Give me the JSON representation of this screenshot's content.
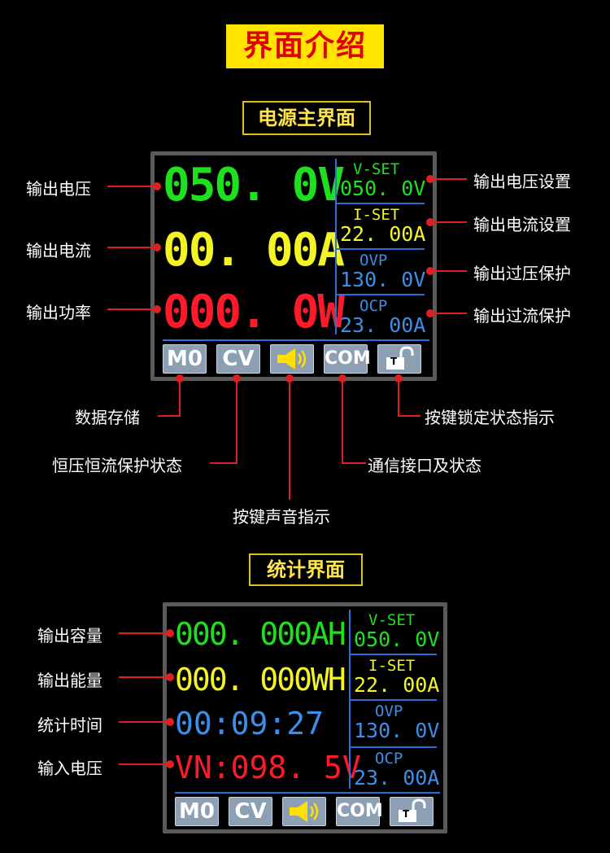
{
  "main_title": "界面介绍",
  "power_section": {
    "title": "电源主界面",
    "voltage": "050. 0V",
    "current": "00. 00A",
    "power": "000. 0W",
    "vset_label": "V-SET",
    "vset_value": "050. 0V",
    "iset_label": "I-SET",
    "iset_value": "22. 00A",
    "ovp_label": "OVP",
    "ovp_value": "130. 0V",
    "ocp_label": "OCP",
    "ocp_value": "23. 00A",
    "status": {
      "mem": "M0",
      "mode": "CV",
      "comm": "COM",
      "lock": "T"
    },
    "annotations": {
      "out_voltage": "输出电压",
      "out_current": "输出电流",
      "out_power": "输出功率",
      "vset": "输出电压设置",
      "iset": "输出电流设置",
      "ovp": "输出过压保护",
      "ocp": "输出过流保护",
      "mem": "数据存储",
      "cvcc": "恒压恒流保护状态",
      "sound": "按键声音指示",
      "comm": "通信接口及状态",
      "lock": "按键锁定状态指示"
    }
  },
  "stats_section": {
    "title": "统计界面",
    "capacity": "000. 000AH",
    "energy": "000. 000WH",
    "time": "00:09:27",
    "input_voltage": "VN:098. 5V",
    "vset_label": "V-SET",
    "vset_value": "050. 0V",
    "iset_label": "I-SET",
    "iset_value": "22. 00A",
    "ovp_label": "OVP",
    "ovp_value": "130. 0V",
    "ocp_label": "OCP",
    "ocp_value": "23. 00A",
    "status": {
      "mem": "M0",
      "mode": "CV",
      "comm": "COM",
      "lock": "T"
    },
    "annotations": {
      "capacity": "输出容量",
      "energy": "输出能量",
      "time": "统计时间",
      "input_voltage": "输入电压"
    }
  },
  "colors": {
    "green": "#1fe01f",
    "yellow": "#f3f325",
    "red": "#ff1a2a",
    "blue": "#3b8fe8",
    "accent": "#2c6fd6"
  }
}
